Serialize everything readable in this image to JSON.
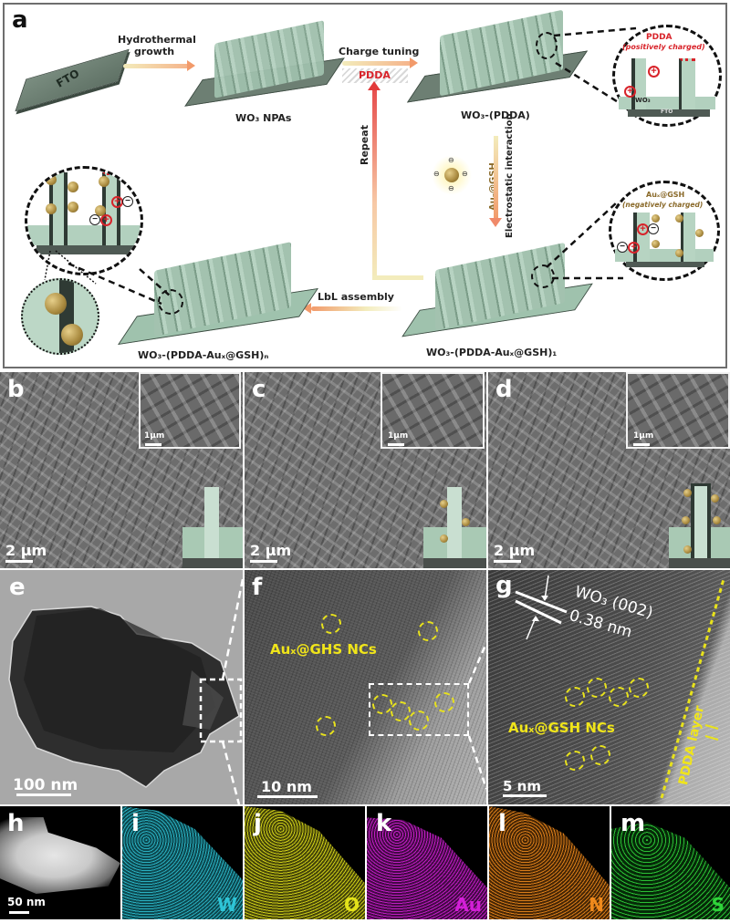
{
  "figure": {
    "panels": {
      "a": {
        "label": "a",
        "substrate_label": "FTO",
        "step1_label_line1": "Hydrothermal",
        "step1_label_line2": "growth",
        "npas_label": "WO₃ NPAs",
        "step2_label": "Charge tuning",
        "reagent_pdda": "PDDA",
        "pdda_stage_label": "WO₃-(PDDA)",
        "inset1_title": "PDDA",
        "inset1_subtitle": "(positively charged)",
        "inset1_wo3": "WO₃",
        "inset1_fto": "FTO",
        "electrostatic_label": "Electrostatic interaction",
        "cluster_label": "Auₓ@GSH",
        "repeat_label": "Repeat",
        "inset2_title": "Auₓ@GSH",
        "inset2_subtitle": "(negatively charged)",
        "stage1_label": "WO₃-(PDDA-Auₓ@GSH)₁",
        "lbl_label": "LbL assembly",
        "stagen_label": "WO₃-(PDDA-Auₓ@GSH)ₙ"
      },
      "b": {
        "label": "b",
        "scale_main": "2 μm",
        "scale_inset": "1μm"
      },
      "c": {
        "label": "c",
        "scale_main": "2 μm",
        "scale_inset": "1μm"
      },
      "d": {
        "label": "d",
        "scale_main": "2 μm",
        "scale_inset": "1μm"
      },
      "e": {
        "label": "e",
        "scale": "100 nm"
      },
      "f": {
        "label": "f",
        "scale": "10 nm",
        "annotation": "Auₓ@GHS NCs"
      },
      "g": {
        "label": "g",
        "scale": "5 nm",
        "lattice_label": "WO₃ (002)",
        "lattice_spacing": "0.38 nm",
        "annotation": "Auₓ@GSH NCs",
        "layer_label": "PDDA layer"
      },
      "h": {
        "label": "h",
        "scale": "50 nm"
      },
      "i": {
        "label": "i",
        "element": "W",
        "color": "#2ec4d6"
      },
      "j": {
        "label": "j",
        "element": "O",
        "color": "#e3e21a"
      },
      "k": {
        "label": "k",
        "element": "Au",
        "color": "#d41fd8"
      },
      "l": {
        "label": "l",
        "element": "N",
        "color": "#f08a1c"
      },
      "m": {
        "label": "m",
        "element": "S",
        "color": "#2fd43a"
      }
    },
    "colors": {
      "schematic_green": "#a9c9b4",
      "pdda_red": "#d8232a",
      "annotation_yellow": "#f0e51a",
      "frame_gray": "#6e6e6e"
    }
  }
}
